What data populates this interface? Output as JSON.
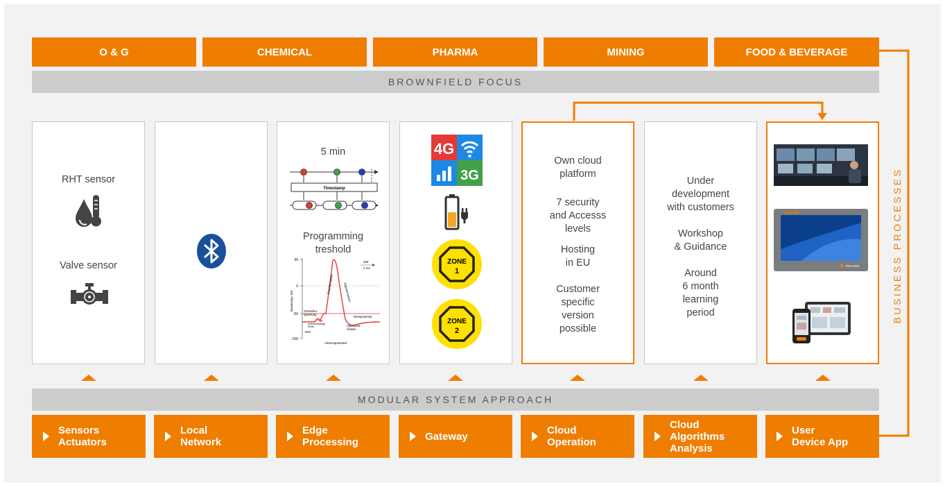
{
  "industries": [
    "O & G",
    "CHEMICAL",
    "PHARMA",
    "MINING",
    "FOOD & BEVERAGE"
  ],
  "bands": {
    "top": "BROWNFIELD FOCUS",
    "bottom": "MODULAR SYSTEM APPROACH"
  },
  "side_label": "BUSINESS PROCESSES",
  "panels": {
    "sensors": {
      "rht": "RHT sensor",
      "valve": "Valve sensor"
    },
    "edge": {
      "interval": "5 min",
      "timestamp": "Timestamp",
      "programming": "Programming\ntreshold",
      "ap_chart": {
        "y_ticks": [
          "50",
          "0",
          "-50",
          "-100"
        ],
        "y_axis": "Spannung / mV",
        "time_label": "Zeit",
        "time_scale": "2 ms",
        "depol": "Depolarisation",
        "repol": "Repolarisation",
        "threshold": "Schwellen-\nspannung",
        "subthreshold": "unterschwellige\nReize",
        "stimulus": "Reiz",
        "resting": "Ruhepotential",
        "hyper": "Hyperpola-\nrisation",
        "caption": "Aktionspotential"
      }
    },
    "gateway": {
      "g4": "4G",
      "g3": "3G",
      "zone1": [
        "ZONE",
        "1"
      ],
      "zone2": [
        "ZONE",
        "2"
      ]
    },
    "cloud": {
      "p1": "Own cloud\nplatform",
      "p2": "7 security\nand Accesss\nlevels",
      "p3": "Hosting\nin EU",
      "p4": "Customer\nspecific\nversion\npossible"
    },
    "algorithms": {
      "p1": "Under\ndevelopment\nwith customers",
      "p2": "Workshop\n& Guidance",
      "p3": "Around\n6 month\nlearning\nperiod"
    },
    "device": {
      "brand": "BARTEC",
      "pilot": "POLARIS"
    }
  },
  "modules": [
    "Sensors\nActuators",
    "Local\nNetwork",
    "Edge\nProcessing",
    "Gateway",
    "Cloud\nOperation",
    "Cloud\nAlgorithms\nAnalysis",
    "User\nDevice App"
  ],
  "colors": {
    "accent": "#ef7d00",
    "band": "#cccccc",
    "bg": "#f2f2f2",
    "bluetooth": "#1a4f9c",
    "zone": "#ffe000"
  }
}
